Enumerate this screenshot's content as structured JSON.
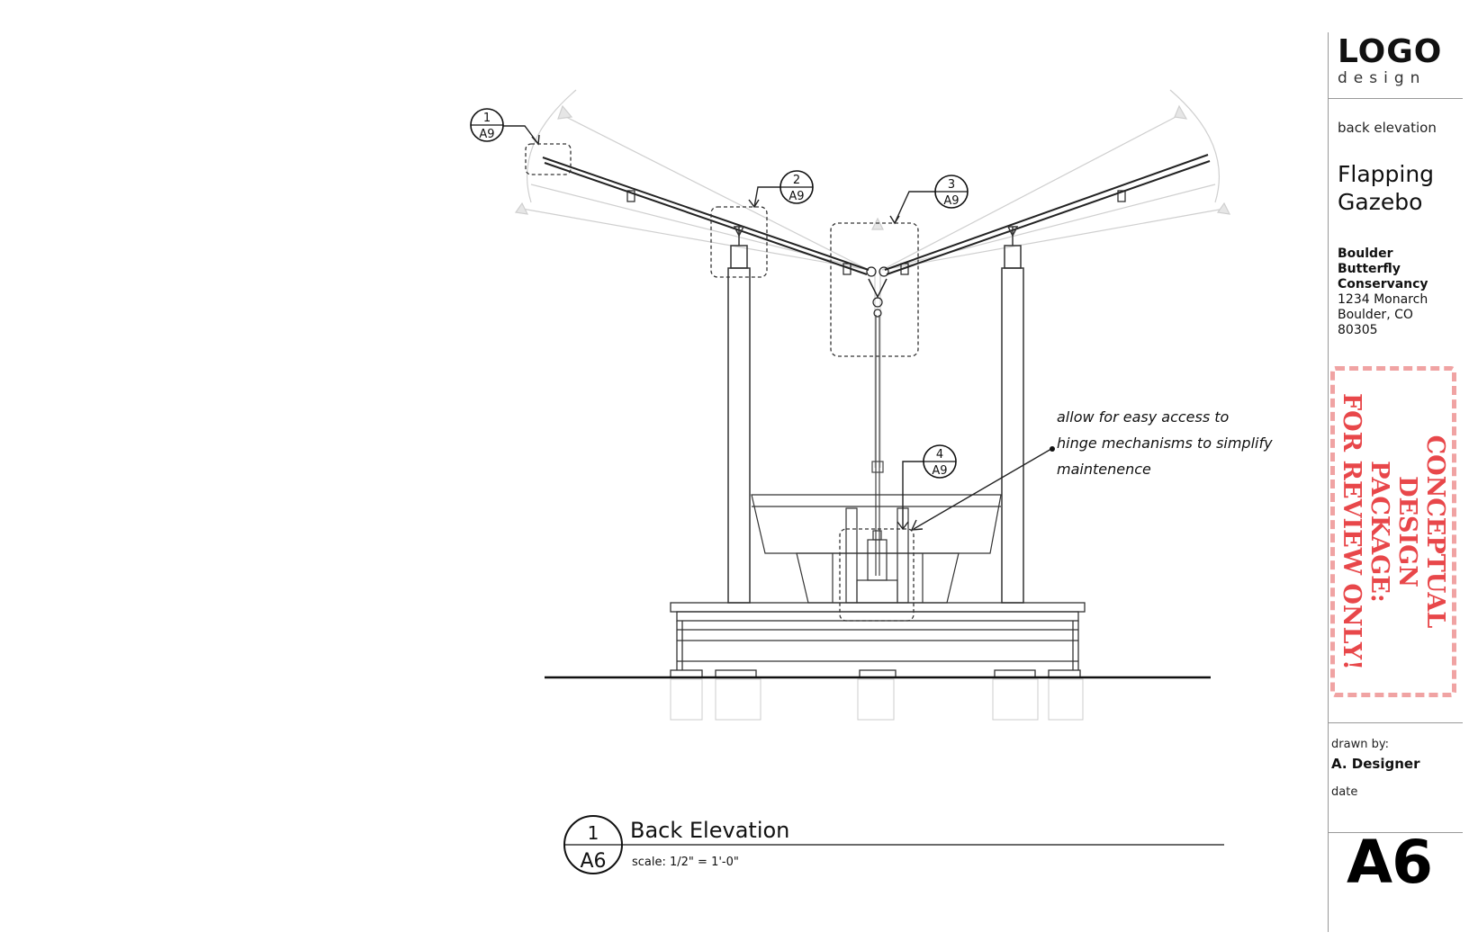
{
  "title_block": {
    "logo_main": "LOGO",
    "logo_sub": "design",
    "sheet_subtitle": "back elevation",
    "project_title": "Flapping Gazebo",
    "client_name_line1": "Boulder",
    "client_name_line2": "Butterfly",
    "client_name_line3": "Conservancy",
    "client_address_line1": "1234 Monarch",
    "client_address_line2": "Boulder, CO",
    "client_address_line3": "80305",
    "stamp_line1": "CONCEPTUAL DESIGN",
    "stamp_line2": "PACKAGE:",
    "stamp_line3": "FOR REVIEW ONLY!",
    "stamp_color": "#e8474a",
    "drawn_by_label": "drawn by:",
    "drawn_by_name": "A. Designer",
    "date_label": "date",
    "sheet_number": "A6"
  },
  "drawing": {
    "title": "Back Elevation",
    "scale": "scale: 1/2\" = 1'-0\"",
    "view_number": "1",
    "view_sheet": "A6",
    "annotation_line1": "allow for easy access to",
    "annotation_line2": "hinge mechanisms to simplify",
    "annotation_line3": "maintenence",
    "callouts": [
      {
        "number": "1",
        "sheet": "A9"
      },
      {
        "number": "2",
        "sheet": "A9"
      },
      {
        "number": "3",
        "sheet": "A9"
      },
      {
        "number": "4",
        "sheet": "A9"
      }
    ]
  }
}
